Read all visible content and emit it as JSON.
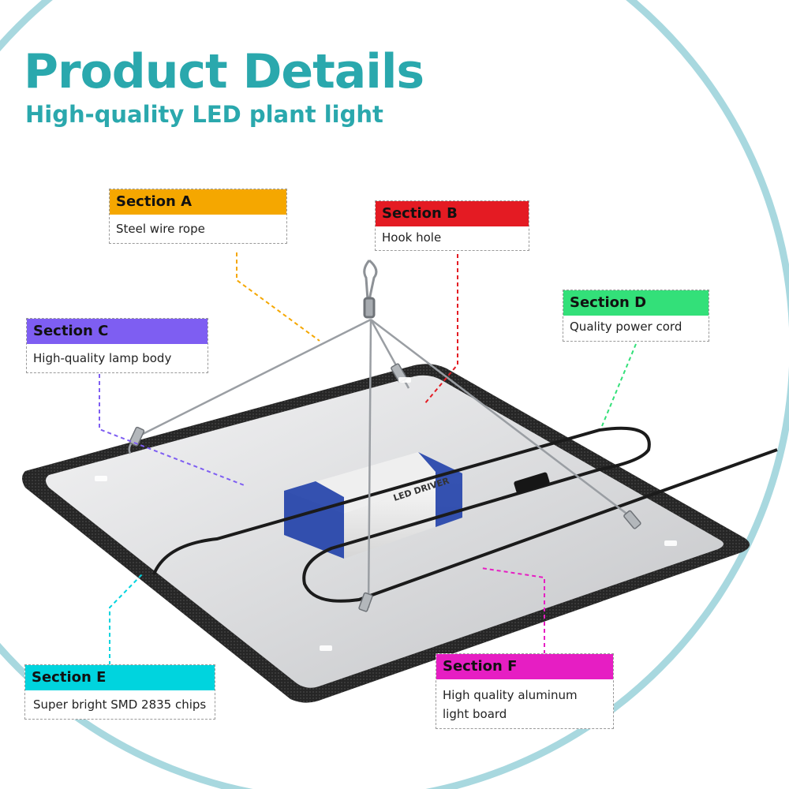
{
  "header": {
    "title": "Product Details",
    "subtitle": "High-quality LED plant light"
  },
  "colors": {
    "brand_teal": "#2aa8ad",
    "arc": "#a8d8df",
    "section_a": "#f5a700",
    "section_b": "#e41b23",
    "section_c": "#7e5ef2",
    "section_d": "#33e079",
    "section_e": "#00d4de",
    "section_f": "#e61ec3"
  },
  "driver_label": "LED DRIVER",
  "sections": {
    "a": {
      "title": "Section A",
      "desc": "Steel wire rope"
    },
    "b": {
      "title": "Section B",
      "desc": "Hook hole"
    },
    "c": {
      "title": "Section C",
      "desc": "High-quality lamp body"
    },
    "d": {
      "title": "Section D",
      "desc": "Quality power cord"
    },
    "e": {
      "title": "Section E",
      "desc": "Super bright SMD 2835 chips"
    },
    "f": {
      "title": "Section F",
      "desc": "High quality aluminum light board"
    }
  }
}
